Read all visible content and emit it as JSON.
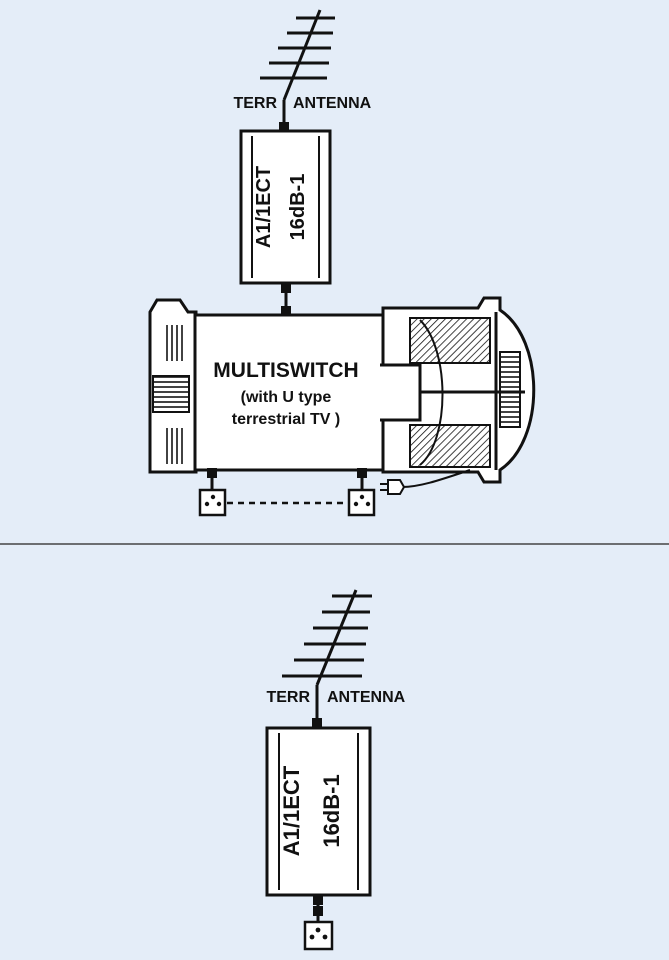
{
  "colors": {
    "background": "#e4edf8",
    "ink": "#111111",
    "device_fill": "#ffffff"
  },
  "top": {
    "antenna": {
      "label_left": "TERR",
      "label_right": "ANTENNA",
      "icon": "antenna-icon"
    },
    "amplifier": {
      "line1": "A1/1ECT",
      "line2": "16dB-1"
    },
    "multiswitch": {
      "title": "MULTISWITCH",
      "subtitle1": "(with U type",
      "subtitle2": "terrestrial TV )"
    },
    "outlets": {
      "icon": "tv-outlet-icon",
      "count_shown": 2,
      "link": "dashed"
    },
    "power": {
      "icon": "power-plug-icon"
    }
  },
  "bottom": {
    "antenna": {
      "label_left": "TERR",
      "label_right": "ANTENNA",
      "icon": "antenna-icon"
    },
    "amplifier": {
      "line1": "A1/1ECT",
      "line2": "16dB-1"
    },
    "outlets": {
      "icon": "tv-outlet-icon",
      "count_shown": 1
    }
  }
}
